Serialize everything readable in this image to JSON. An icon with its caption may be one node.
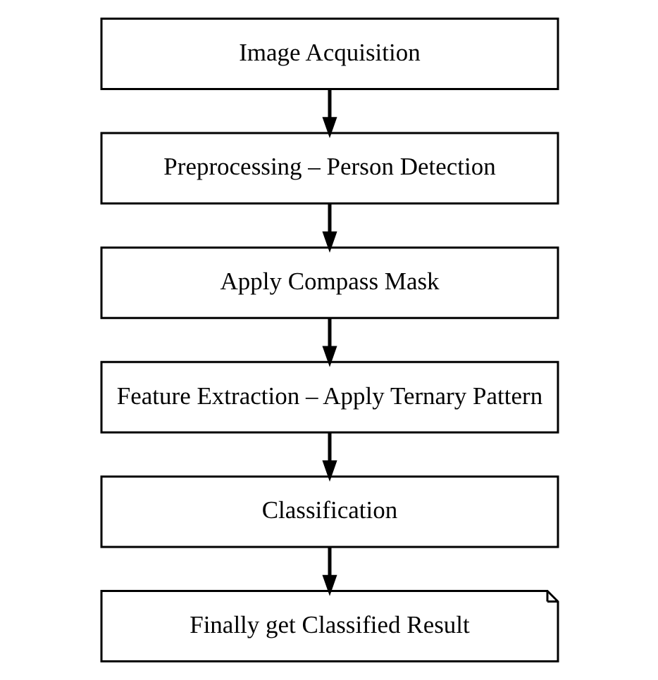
{
  "diagram": {
    "nodes": [
      {
        "text": [
          "Image Acquisition"
        ]
      },
      {
        "text": [
          "Preprocessing – Person Detection"
        ]
      },
      {
        "text": [
          "Apply Compass Mask"
        ]
      },
      {
        "text": [
          "Feature Extraction – Apply Ternary Pattern"
        ]
      },
      {
        "text": [
          "Classification"
        ]
      },
      {
        "text": [
          "Finally get Classified Result"
        ]
      }
    ],
    "edges": [
      {
        "from": 0,
        "to": 1,
        "arrow": "to"
      },
      {
        "from": 1,
        "to": 2,
        "arrow": "to"
      },
      {
        "from": 2,
        "to": 3,
        "arrow": "to"
      },
      {
        "from": 3,
        "to": 4,
        "arrow": "to"
      },
      {
        "from": 4,
        "to": 5,
        "arrow": "to"
      }
    ]
  }
}
